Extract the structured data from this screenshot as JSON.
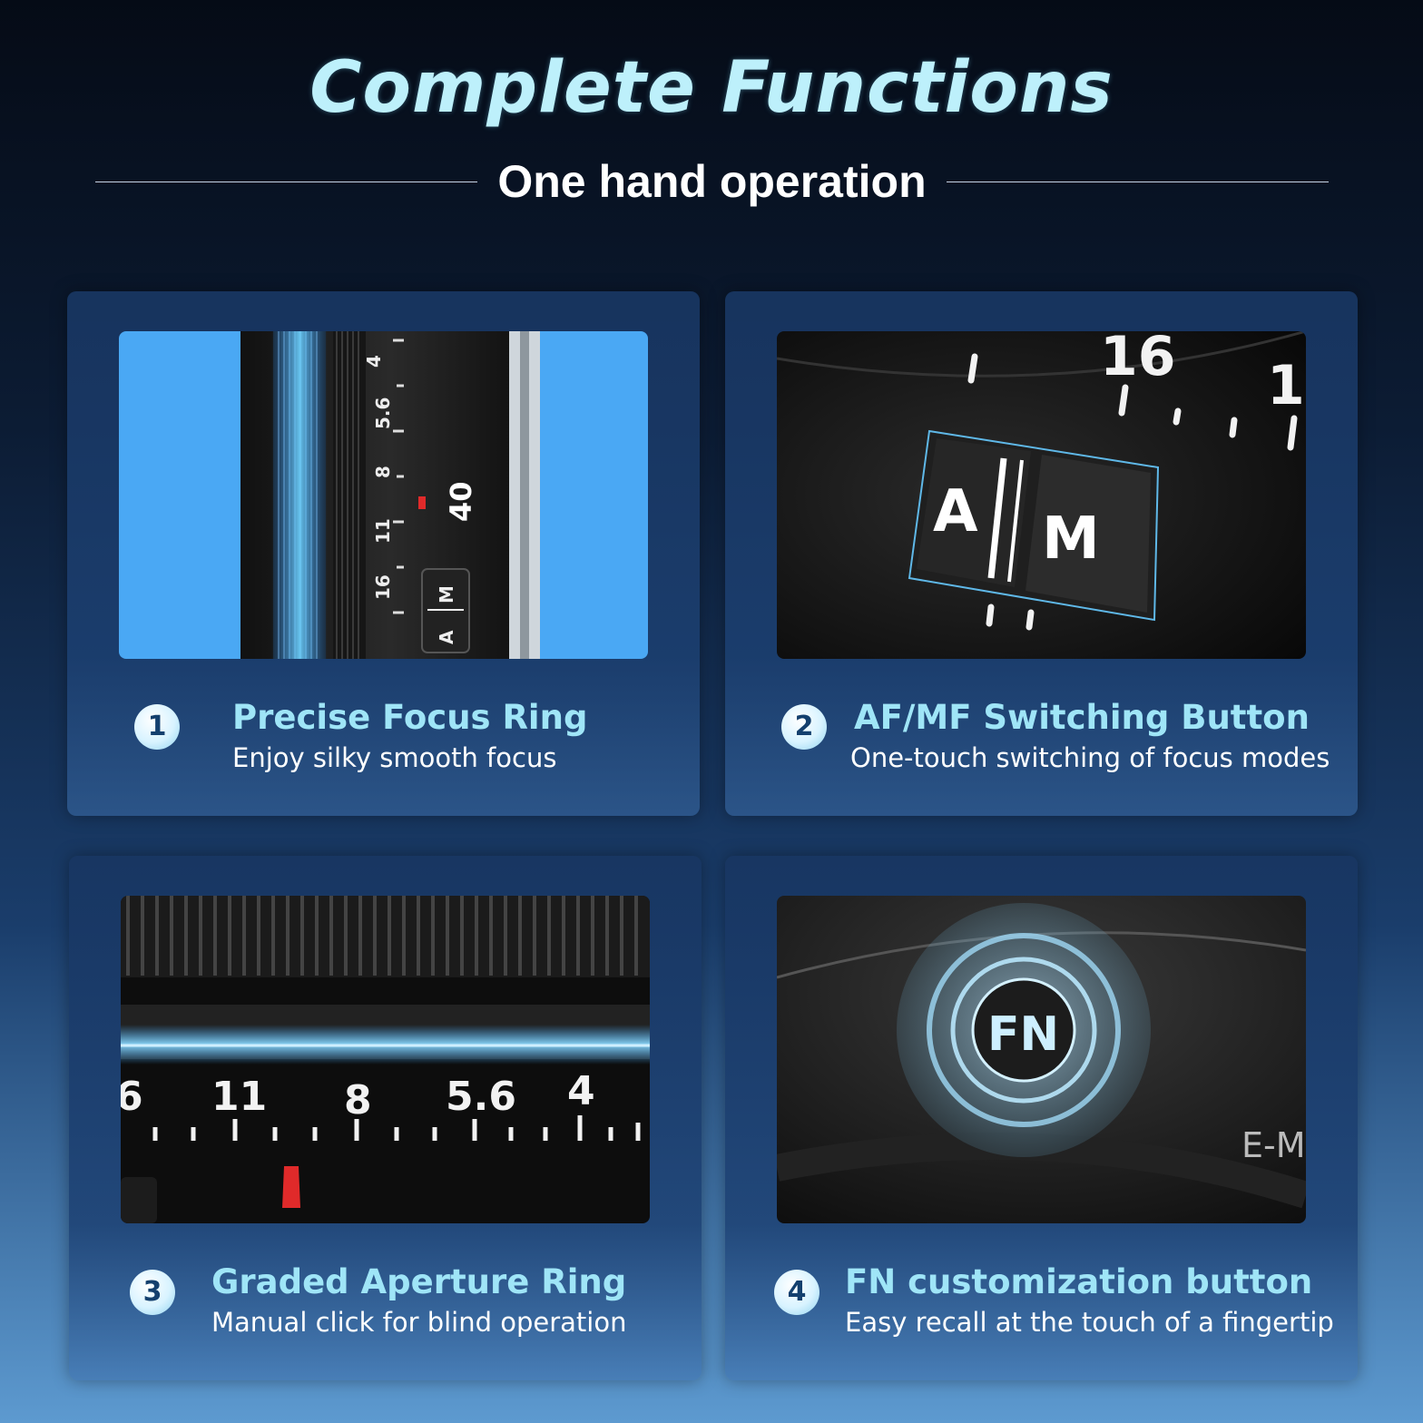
{
  "header": {
    "title": "Complete Functions",
    "subtitle": "One hand operation"
  },
  "features": [
    {
      "number": "1",
      "title": "Precise Focus Ring",
      "description": "Enjoy silky smooth focus"
    },
    {
      "number": "2",
      "title": "AF/MF Switching Button",
      "description": "One-touch switching of focus modes"
    },
    {
      "number": "3",
      "title": "Graded Aperture Ring",
      "description": "Manual click for blind operation"
    },
    {
      "number": "4",
      "title": "FN customization button",
      "description": "Easy recall at the touch of a fingertip"
    }
  ],
  "photo_labels": {
    "focus_ring_scale": [
      "4",
      "5.6",
      "8",
      "11",
      "16"
    ],
    "focal_length": "40",
    "switch_labels": [
      "A",
      "M"
    ],
    "closeup_scale": [
      "16",
      "1"
    ],
    "aperture_scale": [
      "6",
      "11",
      "8",
      "5.6",
      "4"
    ],
    "fn_label": "FN",
    "mount_label": "E-M"
  },
  "colors": {
    "accent_cyan": "#9fe5f7",
    "photo_blue": "#4aa8f4",
    "index_red": "#e02a2a"
  }
}
